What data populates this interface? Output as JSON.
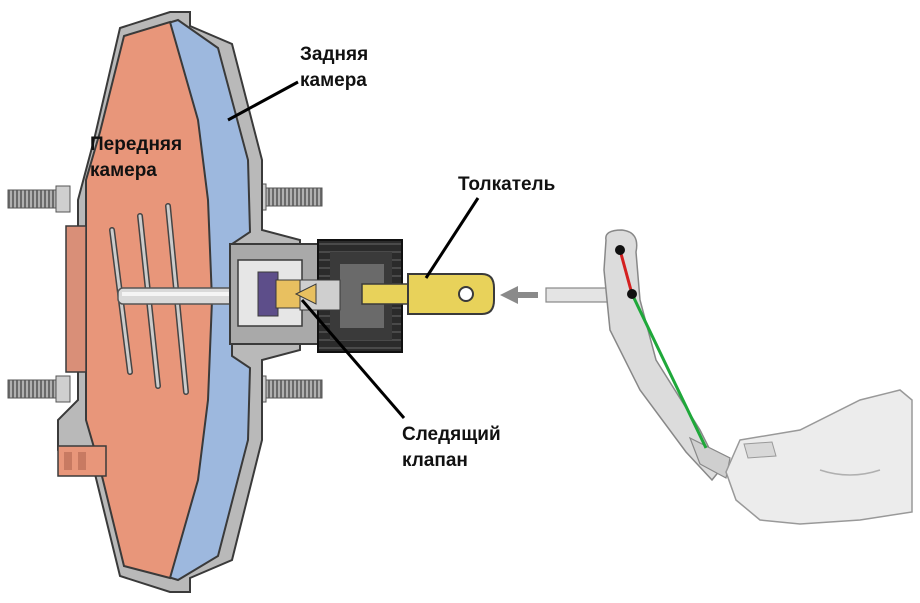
{
  "labels": {
    "rear_chamber": [
      "Задняя",
      "камера"
    ],
    "front_chamber": [
      "Передняя",
      "камера"
    ],
    "pushrod": "Толкатель",
    "tracking_valve": [
      "Следящий",
      "клапан"
    ]
  },
  "colors": {
    "front_chamber_fill": "#e8967a",
    "rear_chamber_fill": "#9db8de",
    "housing_fill": "#b9b9b9",
    "outline": "#3a3a3a",
    "pushrod_fill": "#e8d25a",
    "boot_fill": "#2b2b2b",
    "pedal_fill": "#dcdcdc",
    "lever_red": "#d42020",
    "lever_green": "#1fa83a",
    "leader_line": "#000000"
  },
  "icons": {
    "arrow": "arrow-left-icon"
  }
}
